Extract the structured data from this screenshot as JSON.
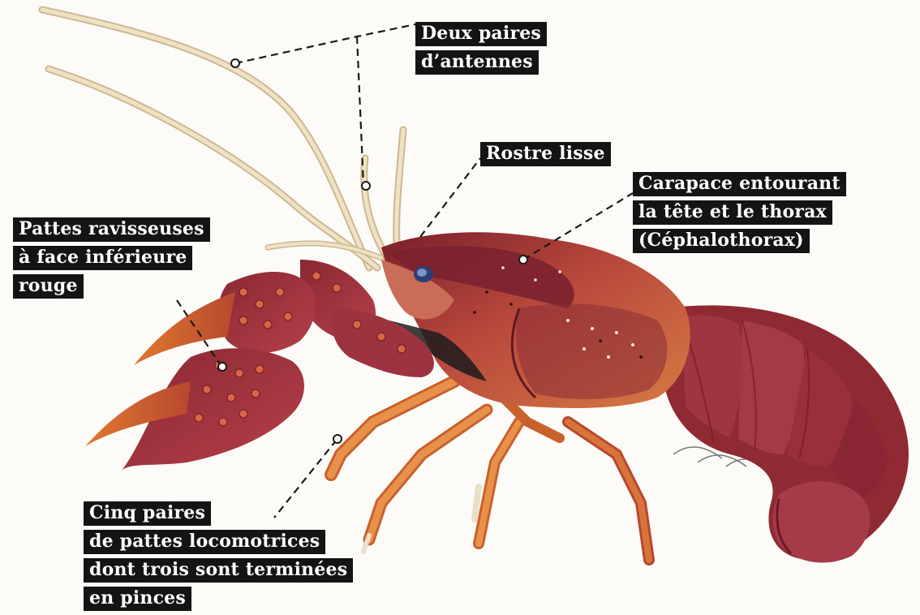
{
  "labels": {
    "antennae": [
      "Deux paires",
      "d’antennes"
    ],
    "rostrum": [
      "Rostre lisse"
    ],
    "carapace": [
      "Carapace entourant",
      "la tête et le thorax",
      "(Céphalothorax)"
    ],
    "raptorial_legs": [
      "Pattes ravisseuses",
      "à face inférieure",
      "rouge"
    ],
    "walking_legs": [
      "Cinq paires",
      "de pattes locomotrices",
      "dont trois sont terminées",
      "en pinces"
    ]
  },
  "colors": {
    "label_background": "#141414",
    "label_text": "#ffffff",
    "leader_line": "#1a1a1a",
    "body_red": "#8f2a33",
    "body_orange": "#d9743a",
    "antenna": "#e6d6b3"
  }
}
